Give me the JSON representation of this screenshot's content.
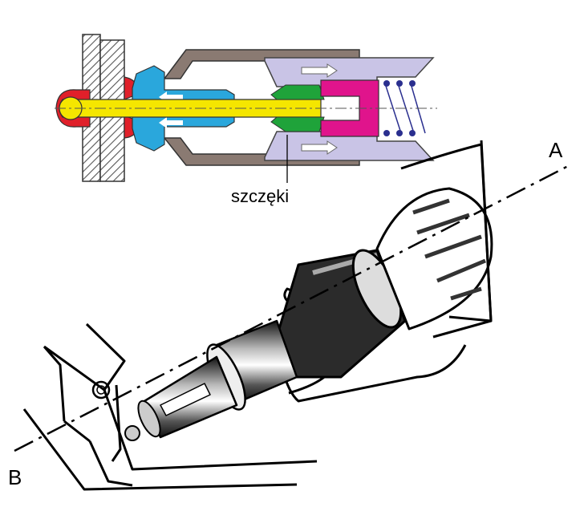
{
  "labels": {
    "jaws": "szczęki",
    "axis_end_a": "A",
    "axis_end_b": "B"
  },
  "colors": {
    "rivet_mandrel": "#f5e600",
    "rivet_head": "#e0202a",
    "nose_piece": "#2aa7dc",
    "jaws": "#1fa33a",
    "jaw_pusher": "#e0148c",
    "housing": "#8a7a72",
    "sleeve": "#c9c4e6",
    "spring": "#2a2f8f",
    "plate_hatch": "#555555"
  }
}
